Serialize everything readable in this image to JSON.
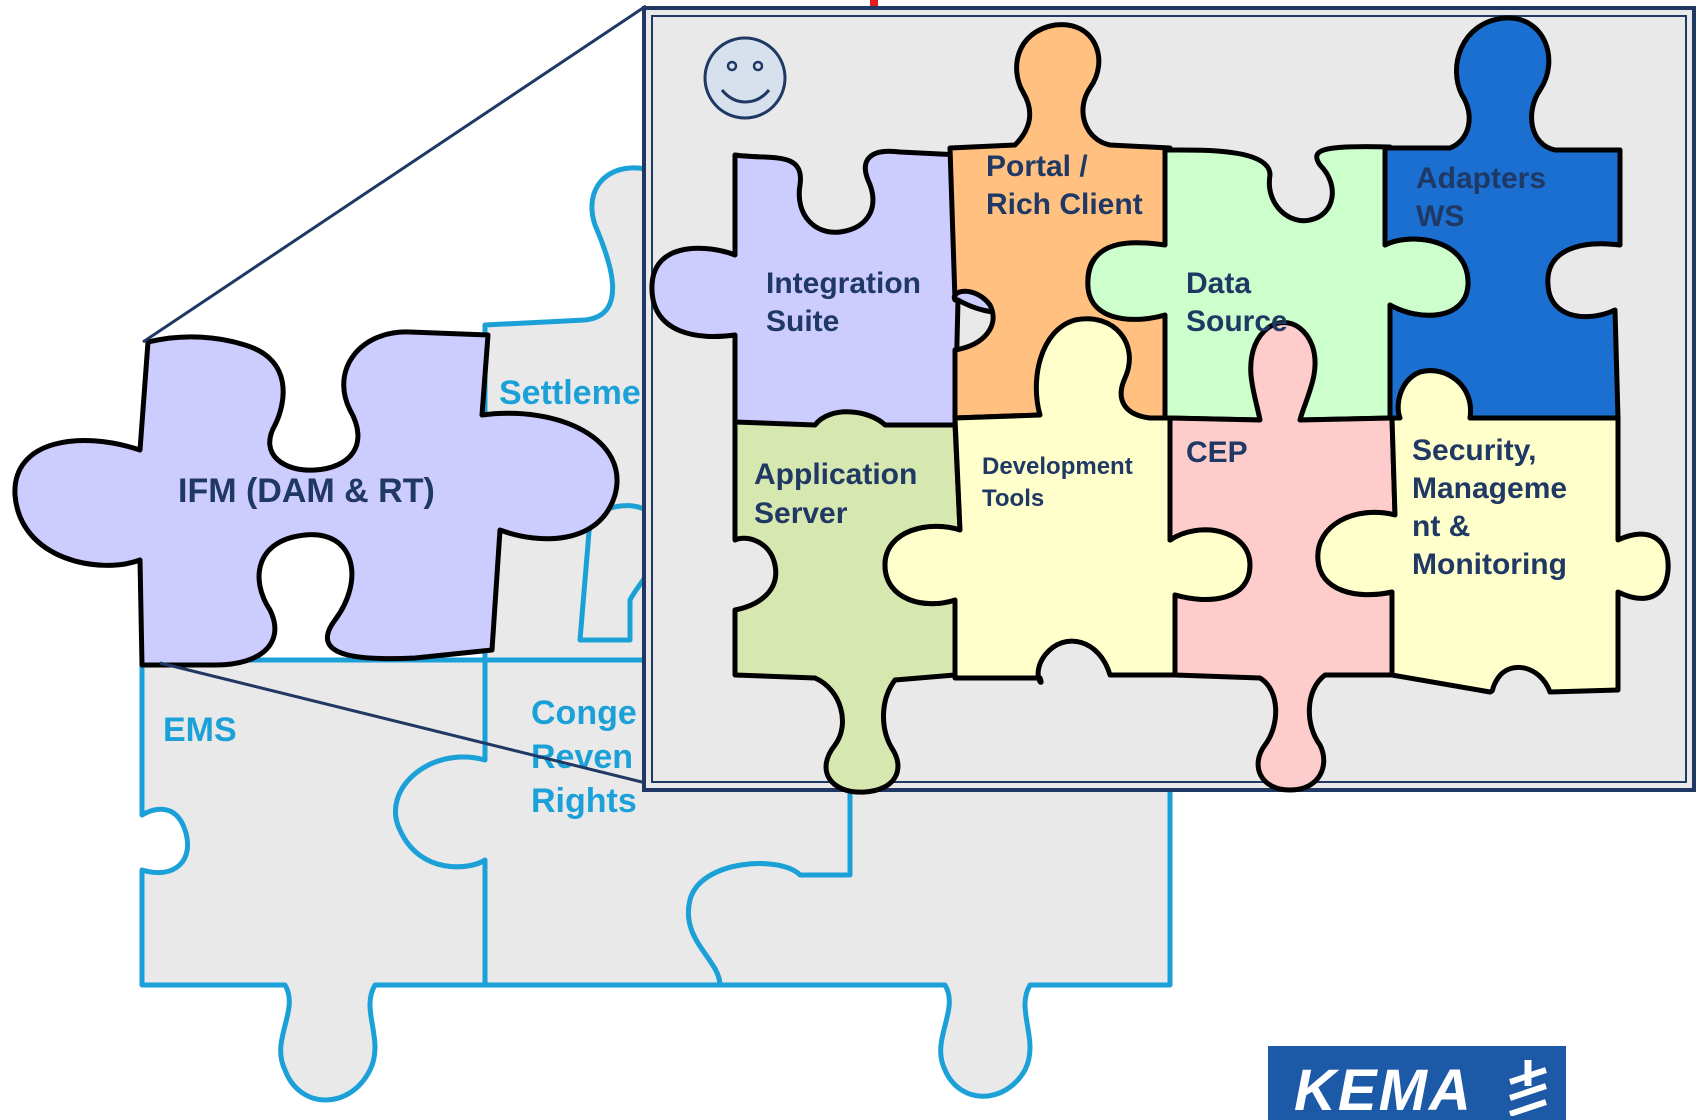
{
  "background_pieces": {
    "settlements": "Settleme",
    "ems": "EMS",
    "congestion_line1": "Conge",
    "congestion_line2": "Reven",
    "congestion_line3": "Rights"
  },
  "ifm_piece": {
    "label": "IFM (DAM & RT)"
  },
  "zoom_panel": {
    "portal": [
      "Portal /",
      "Rich Client"
    ],
    "adapters": [
      "Adapters",
      "WS"
    ],
    "integration": [
      "Integration",
      "Suite"
    ],
    "data_source": [
      "Data",
      "Source"
    ],
    "application_server": [
      "Application",
      "Server"
    ],
    "development_tools": [
      "Development",
      "Tools"
    ],
    "cep": "CEP",
    "security": [
      "Security,",
      "Manageme",
      "nt &",
      "Monitoring"
    ]
  },
  "logo": {
    "text": "KEMA"
  },
  "colors": {
    "panel_bg": "#E9E9E9",
    "panel_border": "#1F3864",
    "background_outline": "#1BA1D8",
    "ifm_fill": "#CCCCFF",
    "integration_fill": "#CCCCFF",
    "portal_fill": "#FFC080",
    "data_source_fill": "#CCFFCC",
    "adapters_fill": "#1A6FD0",
    "application_fill": "#D6E8B0",
    "development_fill": "#FFFFCC",
    "cep_fill": "#FFCCCC",
    "security_fill": "#FFFFCC",
    "logo_bg": "#1C5AA8"
  }
}
